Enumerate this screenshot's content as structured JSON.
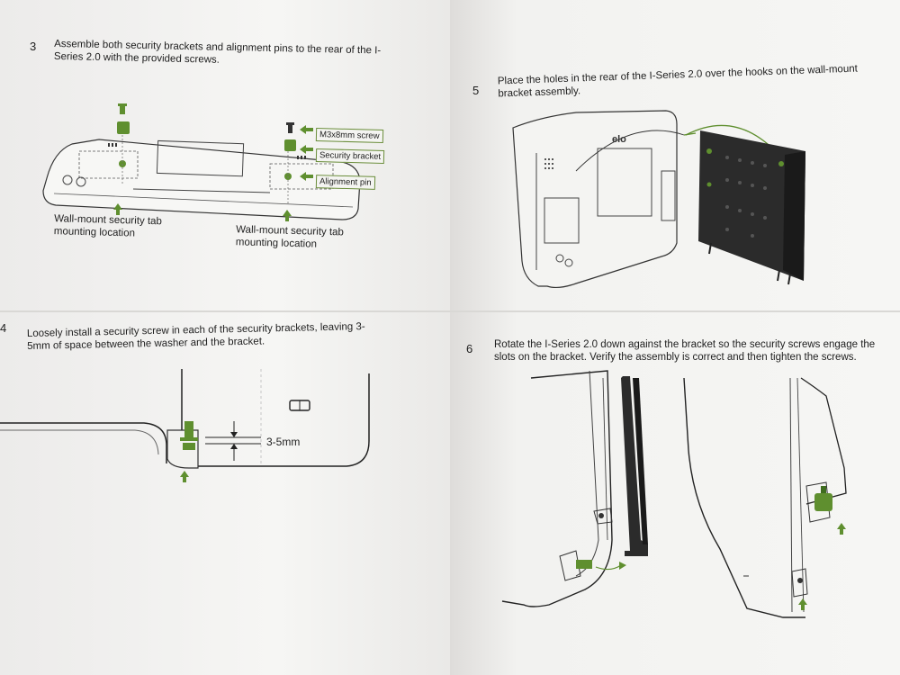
{
  "steps": [
    {
      "num": "3",
      "text": "Assemble both security brackets and alignment pins to the rear of the I-Series 2.0 with the provided screws."
    },
    {
      "num": "4",
      "text": "Loosely install a security screw in each of the security brackets, leaving 3-5mm of space between the washer and the bracket."
    },
    {
      "num": "5",
      "text": "Place the holes in the rear of the I-Series 2.0 over the hooks on the wall-mount bracket assembly."
    },
    {
      "num": "6",
      "text": "Rotate the I-Series 2.0 down against the bracket so the security screws engage the slots on the bracket. Verify the assembly is correct and then tighten the screws."
    }
  ],
  "diagram3": {
    "callouts": [
      "M3x8mm screw",
      "Security bracket",
      "Alignment pin"
    ],
    "label_left": "Wall-mount security tab mounting location",
    "label_right": "Wall-mount security tab mounting location"
  },
  "diagram4": {
    "gap_label": "3-5mm"
  },
  "diagram5": {
    "logo": "elo"
  },
  "colors": {
    "accent_green": "#5f8f2f",
    "line": "#333333",
    "bracket": "#2b2b2b"
  }
}
